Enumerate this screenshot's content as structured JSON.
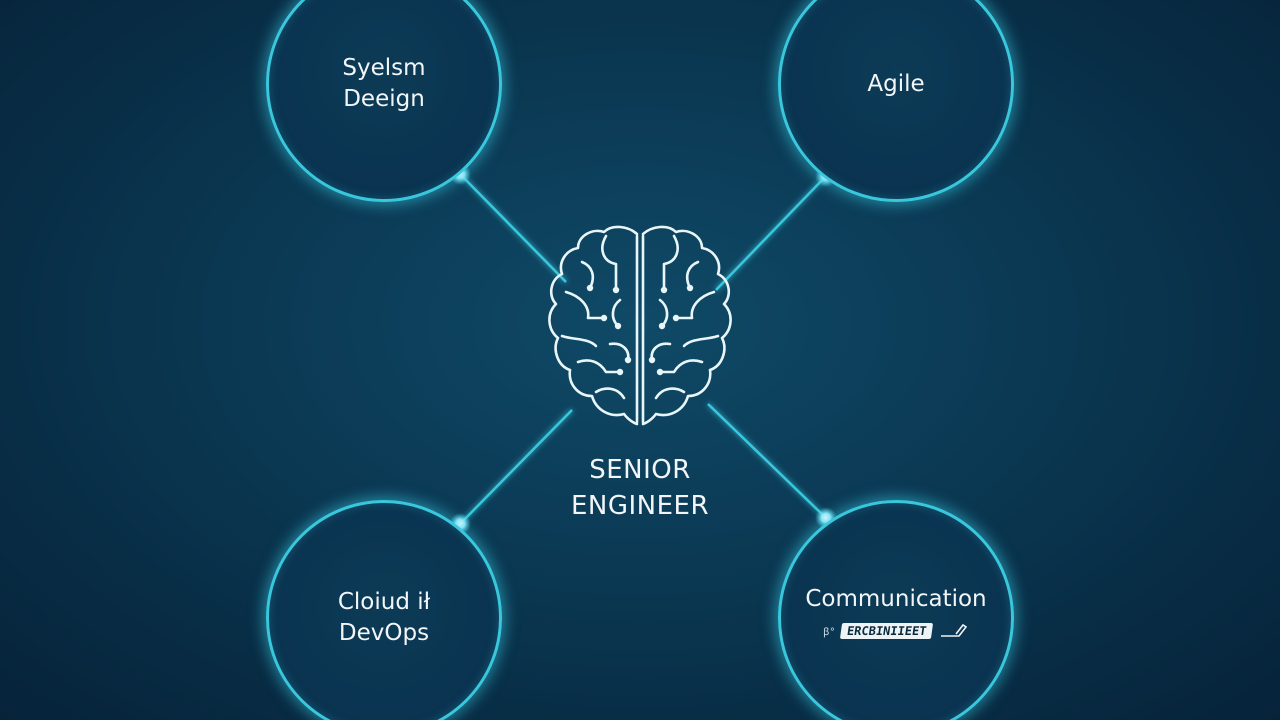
{
  "diagram": {
    "center": {
      "label": "SENIOR\nENGINEER",
      "icon": "brain-circuit-icon"
    },
    "nodes": [
      {
        "id": "system-design",
        "label": "Syelsm\nDeeign"
      },
      {
        "id": "agile",
        "label": "Agile"
      },
      {
        "id": "cloud-devops",
        "label": "Cloiud ił\nDevOps"
      },
      {
        "id": "communication",
        "label": "Communication",
        "sub_tag": "ꞵ°",
        "sub_text": "ERCBINIIEET"
      }
    ],
    "colors": {
      "background": "#0b3a55",
      "accent": "#39c7dd",
      "text": "#f2f6f8"
    }
  }
}
